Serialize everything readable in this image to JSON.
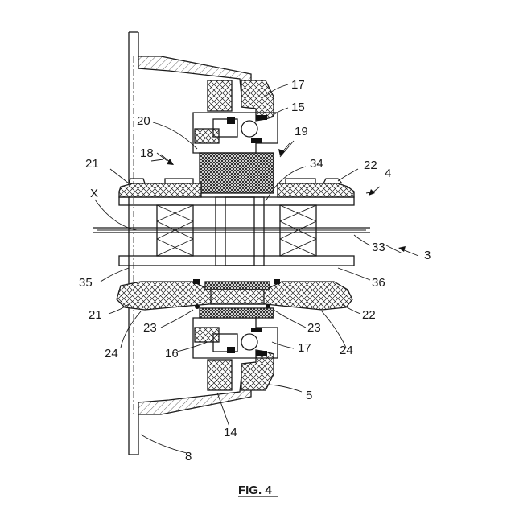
{
  "figure": {
    "caption": "FIG. 4"
  },
  "labels": {
    "axis_x": "X",
    "r3": "3",
    "r4": "4",
    "r5": "5",
    "r8": "8",
    "r14": "14",
    "r15": "15",
    "r16": "16",
    "r17_top": "17",
    "r17_bottom": "17",
    "r18": "18",
    "r19": "19",
    "r20": "20",
    "r21_top": "21",
    "r21_bottom": "21",
    "r22_top": "22",
    "r22_bottom": "22",
    "r23_left": "23",
    "r23_right": "23",
    "r24_left": "24",
    "r24_right": "24",
    "r33": "33",
    "r34": "34",
    "r35": "35",
    "r36": "36"
  }
}
